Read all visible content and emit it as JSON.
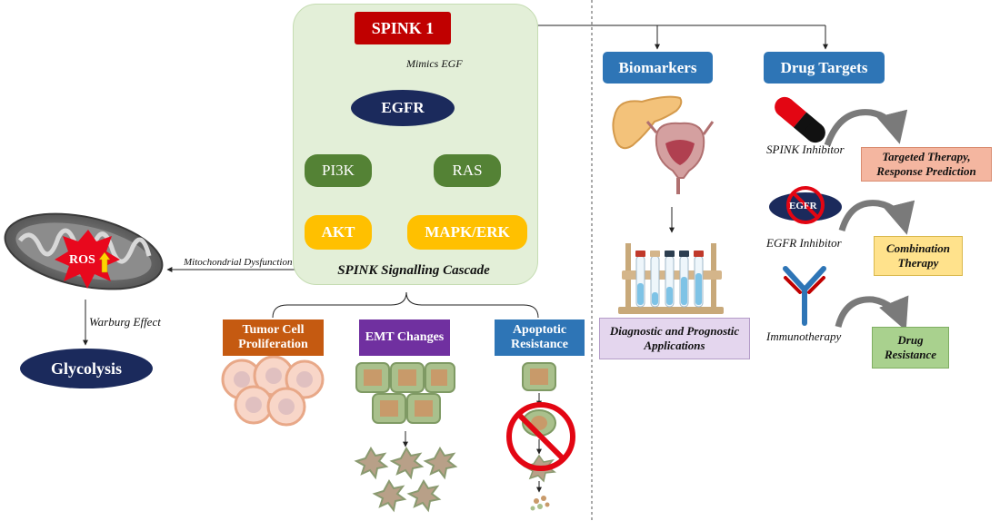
{
  "cascade": {
    "spink1": "SPINK 1",
    "mimics_egf": "Mimics EGF",
    "egfr": "EGFR",
    "pi3k": "PI3K",
    "ras": "RAS",
    "akt": "AKT",
    "mapk": "MAPK/ERK",
    "title": "SPINK Signalling Cascade"
  },
  "mitochondria": {
    "ros": "ROS",
    "dysfunction": "Mitochondrial Dysfunction",
    "warburg": "Warburg Effect",
    "glycolysis": "Glycolysis"
  },
  "outcomes": {
    "tumor": "Tumor Cell Proliferation",
    "emt": "EMT Changes",
    "apoptotic": "Apoptotic Resistance"
  },
  "biomarkers": {
    "header": "Biomarkers",
    "applications": "Diagnostic and Prognostic Applications"
  },
  "drug_targets": {
    "header": "Drug Targets",
    "spink_inhibitor": "SPINK Inhibitor",
    "targeted_therapy": "Targeted Therapy, Response Prediction",
    "egfr_inhibitor": "EGFR Inhibitor",
    "egfr_label": "EGFR",
    "combination": "Combination Therapy",
    "immunotherapy": "Immunotherapy",
    "drug_resistance": "Drug Resistance"
  },
  "colors": {
    "spink": "#c00000",
    "navy": "#1b2a5c",
    "green": "#548235",
    "yellow": "#ffc000",
    "orange_box": "#c55a11",
    "purple_box": "#7030a0",
    "blue_box": "#2e75b6"
  },
  "icons": [
    "mitochondria-icon",
    "pancreas-icon",
    "bladder-icon",
    "test-tube-rack-icon",
    "capsule-icon",
    "antibody-icon",
    "prohibition-icon",
    "cell-icon"
  ]
}
